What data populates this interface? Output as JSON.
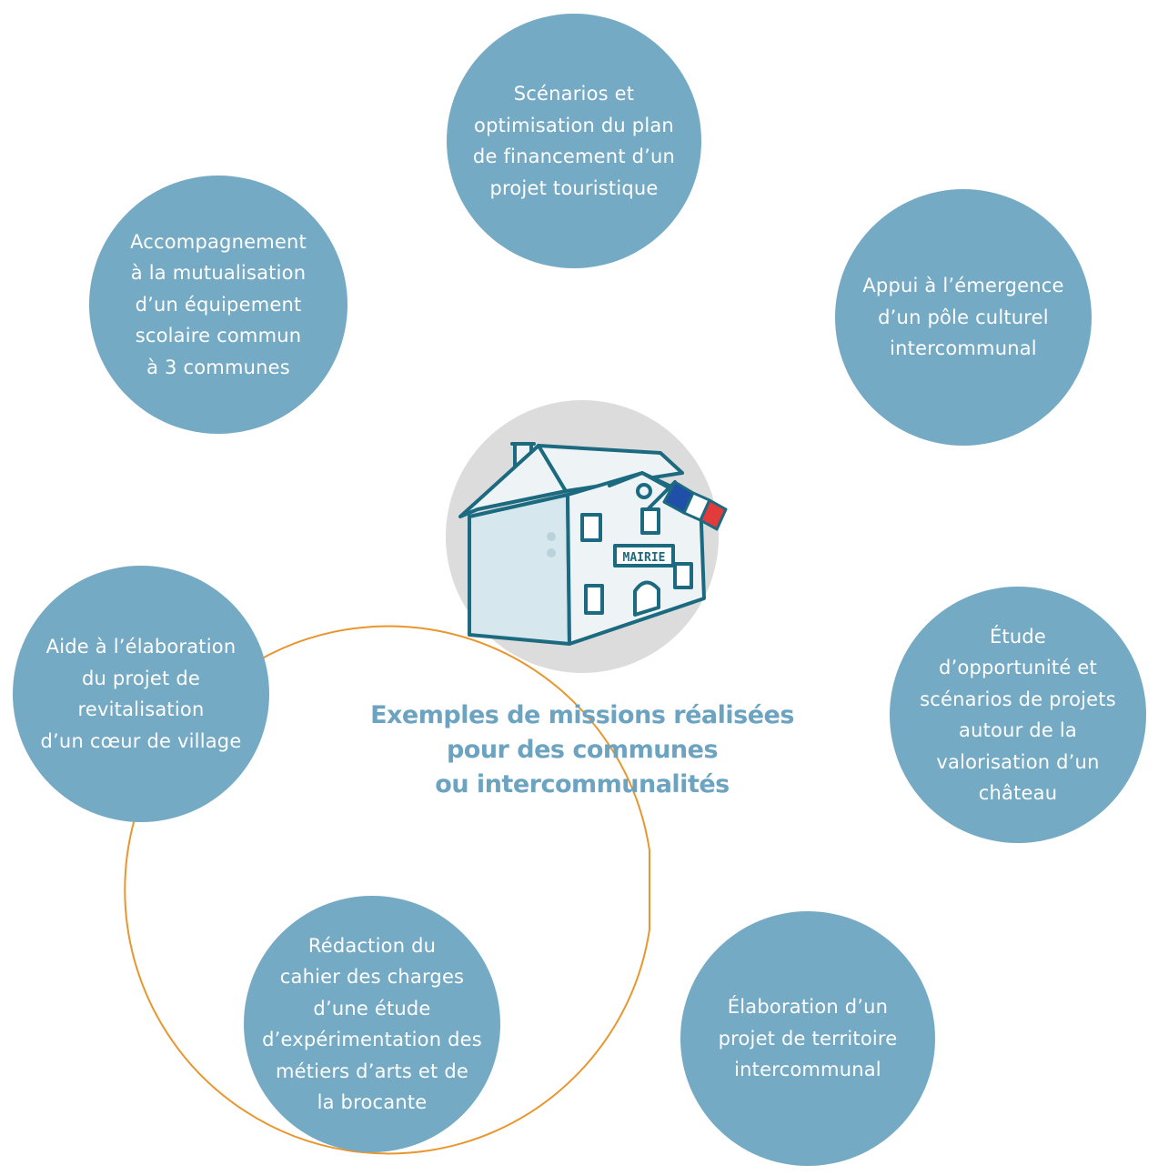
{
  "center_title": "Exemples de missions réalisées\npour des communes\nou intercommunalités",
  "illustration": {
    "sign_text": "MAIRIE",
    "flag_colors": [
      "#1f4fa8",
      "#ffffff",
      "#e23b3b"
    ]
  },
  "colors": {
    "circle": "#75aac4",
    "bubble_outline": "#e8962e",
    "ink": "#1c6a80",
    "title": "#6ca3c1"
  },
  "missions": [
    {
      "id": "top",
      "text": "Scénarios et\noptimisation du plan\nde financement d’un\nprojet touristique"
    },
    {
      "id": "upper-left",
      "text": "Accompagnement\nà la mutualisation\nd’un équipement\nscolaire commun\nà 3 communes"
    },
    {
      "id": "upper-right",
      "text": "Appui à l’émergence\nd’un pôle culturel\nintercommunal"
    },
    {
      "id": "left",
      "text": "Aide à l’élaboration\ndu projet de\nrevitalisation\nd’un cœur de village"
    },
    {
      "id": "right",
      "text": "Étude\nd’opportunité et\nscénarios de projets\nautour de la\nvalorisation d’un\nchâteau"
    },
    {
      "id": "lower-left",
      "text": "Rédaction du\ncahier des charges\nd’une étude\nd’expérimentation des\nmétiers d’arts et de\nla brocante"
    },
    {
      "id": "lower-right",
      "text": "Élaboration d’un\nprojet de territoire\nintercommunal"
    }
  ]
}
